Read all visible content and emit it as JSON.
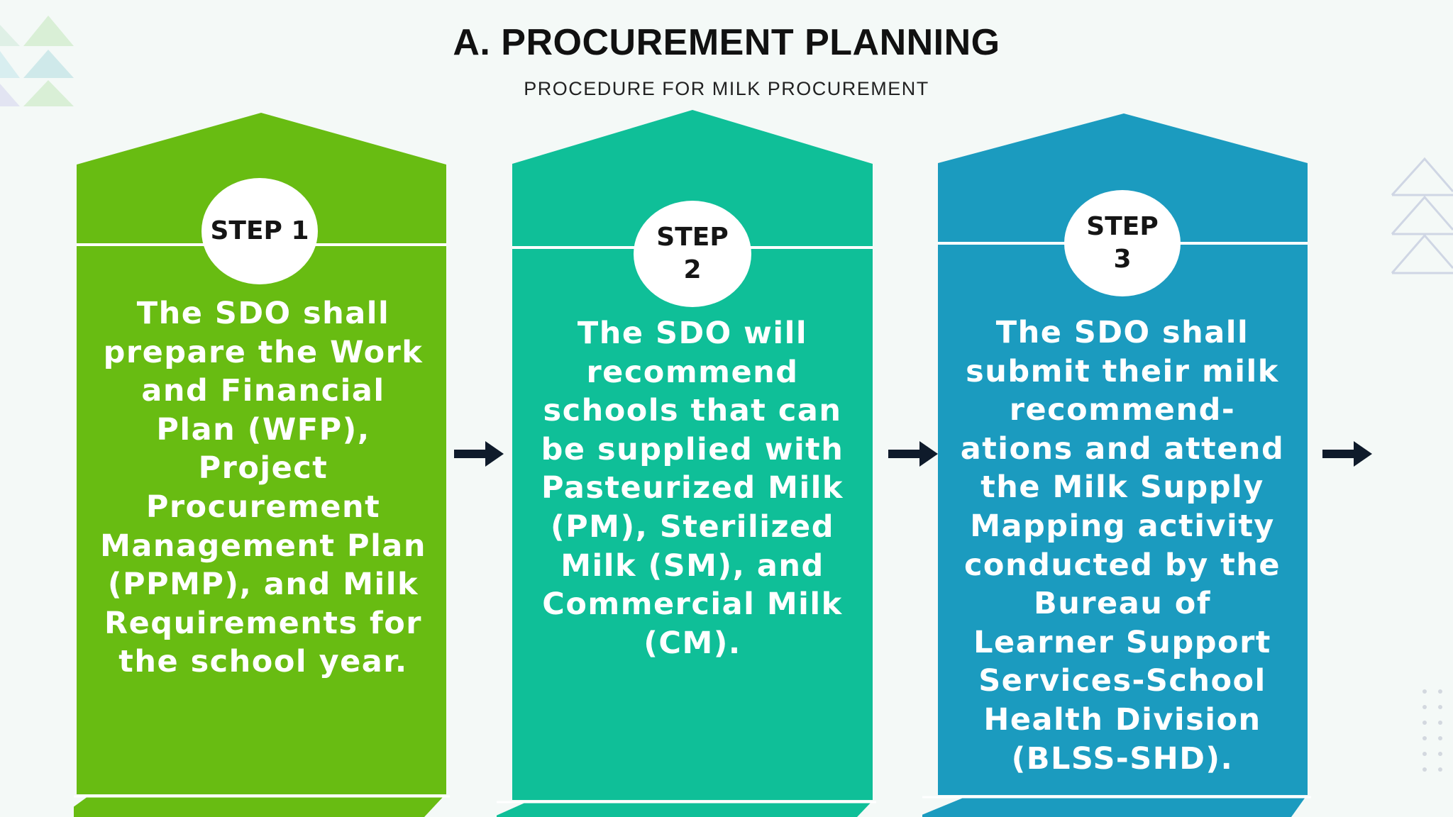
{
  "header": {
    "title": "A. PROCUREMENT PLANNING",
    "subtitle": "PROCEDURE FOR MILK PROCUREMENT"
  },
  "colors": {
    "step1": "#68bc12",
    "step2": "#0fbf98",
    "step3": "#1b9bbf",
    "arrow": "#0f1b2b",
    "background": "#f4f9f7"
  },
  "steps": [
    {
      "label_line1": "STEP 1",
      "label_line2": "",
      "text": "The SDO shall prepare the Work and Financial Plan (WFP), Project Procurement Management Plan (PPMP), and Milk Requirements for the school year."
    },
    {
      "label_line1": "STEP",
      "label_line2": "2",
      "text": "The SDO will recommend schools that can be supplied with Pasteurized Milk (PM), Sterilized Milk (SM), and Commercial Milk (CM)."
    },
    {
      "label_line1": "STEP",
      "label_line2": "3",
      "text": "The SDO shall submit their milk recommend-ations and attend the Milk Supply Mapping activity conducted by the Bureau of Learner Support Services-School Health Division (BLSS-SHD)."
    }
  ],
  "icons": {
    "arrow": "right-arrow-icon",
    "decor_top_left": "triangle-pattern-icon",
    "decor_right": "triangle-outline-icon",
    "decor_dots": "dot-grid-icon"
  }
}
